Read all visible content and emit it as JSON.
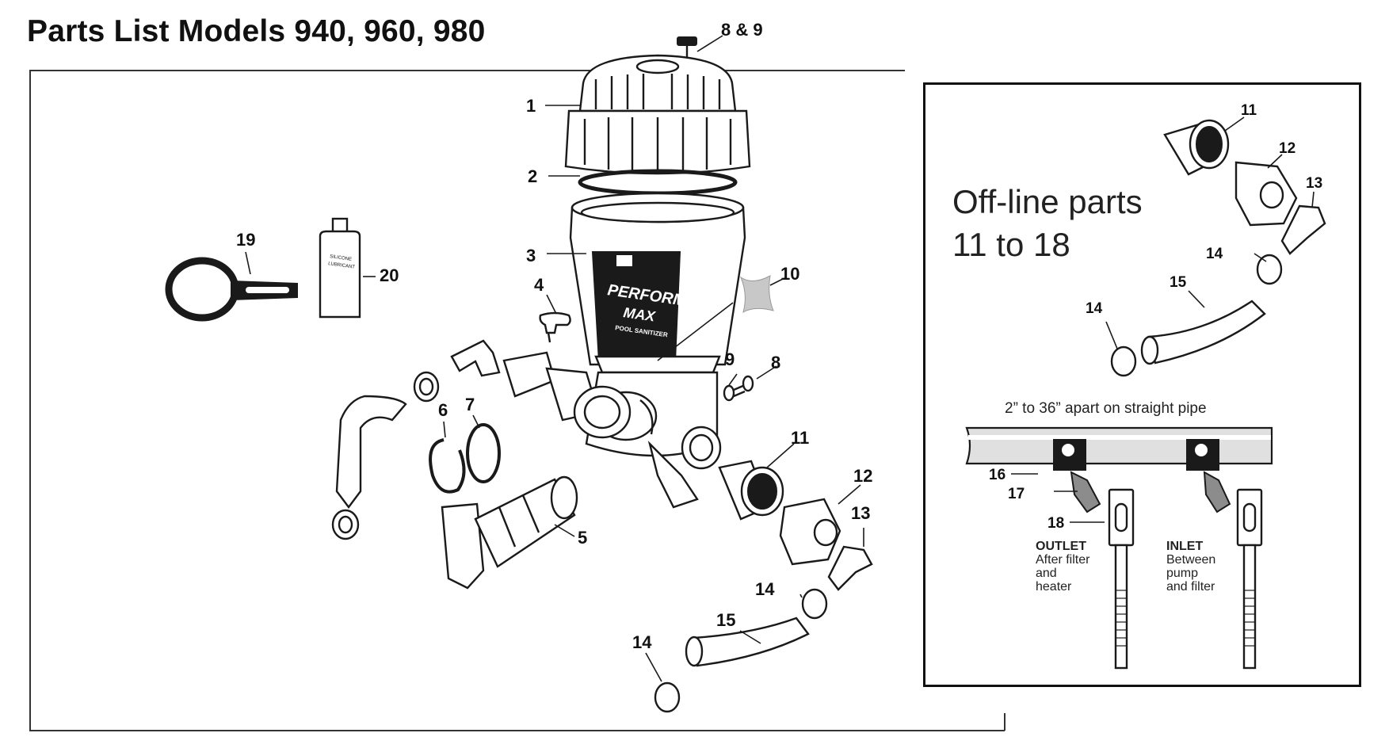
{
  "title": "Parts List Models 940, 960, 980",
  "inset": {
    "heading_line1": "Off-line parts",
    "heading_line2": "11 to 18",
    "pipe_note": "2” to 36” apart on straight pipe",
    "outlet": {
      "label": "OUTLET",
      "line1": "After filter",
      "line2": "and",
      "line3": "heater"
    },
    "inlet": {
      "label": "INLET",
      "line1": "Between",
      "line2": "pump",
      "line3": "and filter"
    }
  },
  "feeder_label": {
    "line1": "PERFORM-",
    "line2": "MAX",
    "line3": "POOL SANITIZER"
  },
  "lubricant_label": {
    "line1": "SILICONE",
    "line2": "LUBRICANT"
  },
  "callouts": {
    "c8_9": "8 & 9",
    "c1": "1",
    "c2": "2",
    "c3": "3",
    "c4": "4",
    "c5": "5",
    "c6": "6",
    "c7": "7",
    "c8": "8",
    "c9": "9",
    "c10": "10",
    "c11": "11",
    "c12": "12",
    "c13": "13",
    "c14a": "14",
    "c14b": "14",
    "c15": "15",
    "c19": "19",
    "c20": "20",
    "i11": "11",
    "i12": "12",
    "i13": "13",
    "i14a": "14",
    "i14b": "14",
    "i15": "15",
    "i16": "16",
    "i17": "17",
    "i18": "18"
  }
}
